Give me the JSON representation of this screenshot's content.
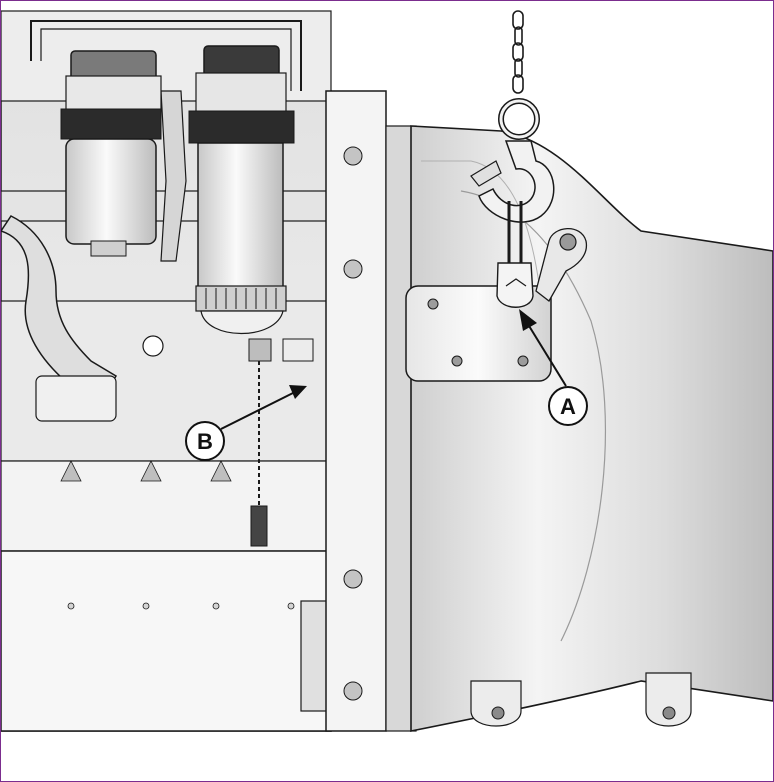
{
  "callouts": [
    {
      "id": "A",
      "label": "A"
    },
    {
      "id": "B",
      "label": "B"
    }
  ],
  "colors": {
    "border": "#7b2d8e",
    "line": "#1a1a1a",
    "metal_light": "#f2f2f2",
    "metal_mid": "#d9d9d9",
    "metal_dark": "#9a9a9a"
  }
}
